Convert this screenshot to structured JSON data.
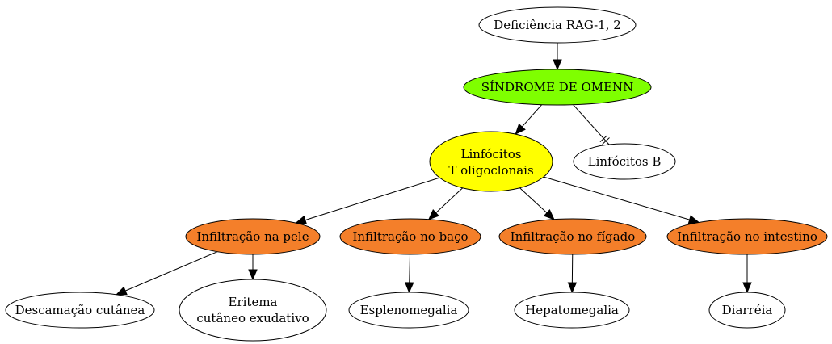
{
  "nodes": {
    "rag": {
      "lines": [
        "Deficiência RAG-1, 2"
      ],
      "fill": "#ffffff"
    },
    "omenn": {
      "lines": [
        "SÍNDROME DE OMENN"
      ],
      "fill": "#7fff00"
    },
    "linf_t": {
      "lines": [
        "Linfócitos",
        "T oligoclonais"
      ],
      "fill": "#ffff00"
    },
    "linf_b": {
      "lines": [
        "Linfócitos B"
      ],
      "fill": "#ffffff"
    },
    "inf_pele": {
      "lines": [
        "Infiltração na pele"
      ],
      "fill": "#f47f2a"
    },
    "inf_baco": {
      "lines": [
        "Infiltração no baço"
      ],
      "fill": "#f47f2a"
    },
    "inf_figado": {
      "lines": [
        "Infiltração no fígado"
      ],
      "fill": "#f47f2a"
    },
    "inf_intestino": {
      "lines": [
        "Infiltração no intestino"
      ],
      "fill": "#f47f2a"
    },
    "descamacao": {
      "lines": [
        "Descamação cutânea"
      ],
      "fill": "#ffffff"
    },
    "eritema": {
      "lines": [
        "Eritema",
        "cutâneo exudativo"
      ],
      "fill": "#ffffff"
    },
    "esplenomegalia": {
      "lines": [
        "Esplenomegalia"
      ],
      "fill": "#ffffff"
    },
    "hepatomegalia": {
      "lines": [
        "Hepatomegalia"
      ],
      "fill": "#ffffff"
    },
    "diarreia": {
      "lines": [
        "Diarréia"
      ],
      "fill": "#ffffff"
    }
  },
  "edges": [
    {
      "from": "rag",
      "to": "omenn",
      "type": "arrow"
    },
    {
      "from": "omenn",
      "to": "linf_t",
      "type": "arrow"
    },
    {
      "from": "omenn",
      "to": "linf_b",
      "type": "block"
    },
    {
      "from": "linf_t",
      "to": "inf_pele",
      "type": "arrow"
    },
    {
      "from": "linf_t",
      "to": "inf_baco",
      "type": "arrow"
    },
    {
      "from": "linf_t",
      "to": "inf_figado",
      "type": "arrow"
    },
    {
      "from": "linf_t",
      "to": "inf_intestino",
      "type": "arrow"
    },
    {
      "from": "inf_pele",
      "to": "descamacao",
      "type": "arrow"
    },
    {
      "from": "inf_pele",
      "to": "eritema",
      "type": "arrow"
    },
    {
      "from": "inf_baco",
      "to": "esplenomegalia",
      "type": "arrow"
    },
    {
      "from": "inf_figado",
      "to": "hepatomegalia",
      "type": "arrow"
    },
    {
      "from": "inf_intestino",
      "to": "diarreia",
      "type": "arrow"
    }
  ]
}
